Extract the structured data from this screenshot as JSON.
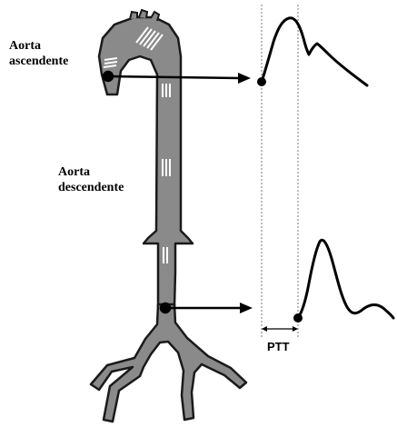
{
  "labels": {
    "ascending_aorta": [
      "Aorta",
      "ascendente"
    ],
    "descending_aorta": [
      "Aorta",
      "descendente"
    ],
    "ptt": "PTT"
  },
  "colors": {
    "vessel_fill": "#8a8a8a",
    "vessel_outline": "#1a1a1a",
    "stripe": "#ffffff",
    "ink": "#000000",
    "guide_line": "#7a7a7a"
  }
}
